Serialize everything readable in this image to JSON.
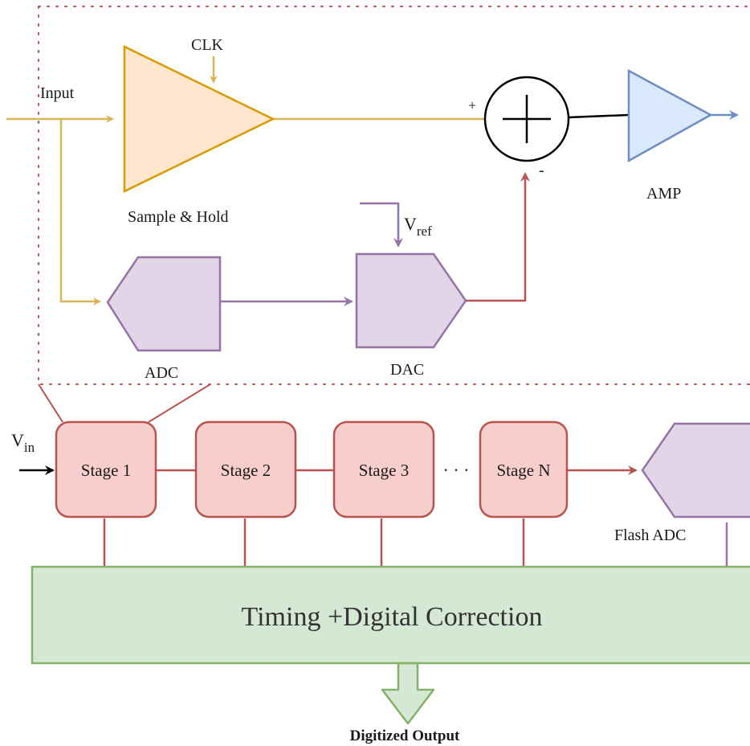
{
  "labels": {
    "clk": "CLK",
    "input": "Input",
    "sample_hold": "Sample & Hold",
    "plus": "+",
    "minus": "-",
    "amp": "AMP",
    "vref_main": "V",
    "vref_sub": "ref",
    "adc": "ADC",
    "dac": "DAC",
    "vin_main": "V",
    "vin_sub": "in",
    "stage1": "Stage 1",
    "stage2": "Stage 2",
    "stage3": "Stage 3",
    "ellipsis": "· · ·",
    "stageN": "Stage N",
    "flash_adc": "Flash ADC",
    "timing": "Timing +Digital Correction",
    "output": "Digitized Output"
  },
  "colors": {
    "input_line": "#d6b656",
    "sh_fill": "#ffe6cc",
    "sh_stroke": "#d79b00",
    "amp_fill": "#dae8fc",
    "amp_stroke": "#6c8ebf",
    "purple_fill": "#e1d5e7",
    "purple_stroke": "#9673a6",
    "red_fill": "#f8cecc",
    "red_stroke": "#b85450",
    "green_fill": "#d5e8d4",
    "green_stroke": "#82b366",
    "dotted_border": "#b85450"
  }
}
